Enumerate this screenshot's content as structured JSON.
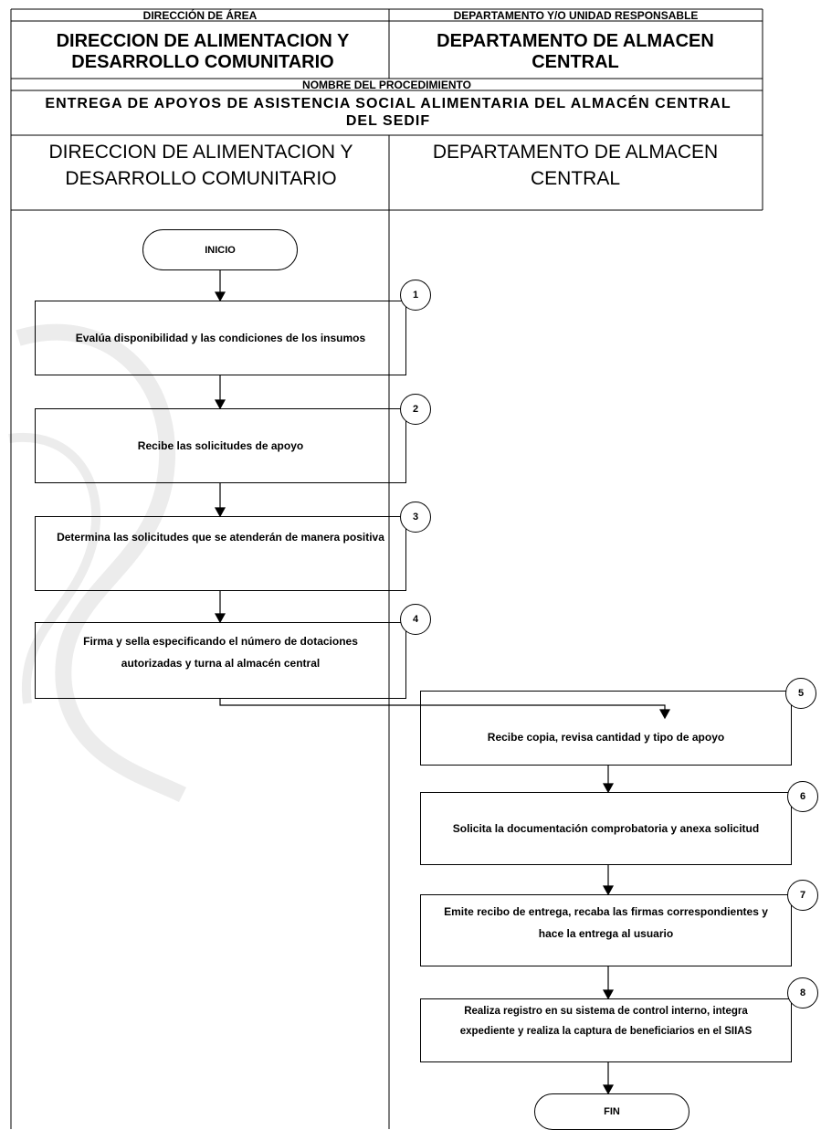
{
  "header": {
    "area_label": "DIRECCIÓN DE ÁREA",
    "area_value": "DIRECCION DE ALIMENTACION Y DESARROLLO COMUNITARIO",
    "dept_label": "DEPARTAMENTO Y/O UNIDAD RESPONSABLE",
    "dept_value": "DEPARTAMENTO DE ALMACEN CENTRAL",
    "procedure_label": "NOMBRE DEL PROCEDIMIENTO",
    "procedure_value": "ENTREGA DE APOYOS DE ASISTENCIA SOCIAL ALIMENTARIA DEL ALMACÉN CENTRAL DEL SEDIF"
  },
  "lanes": {
    "left": "DIRECCION DE ALIMENTACION Y DESARROLLO COMUNITARIO",
    "right": "DEPARTAMENTO DE ALMACEN CENTRAL"
  },
  "terminals": {
    "start": "INICIO",
    "end": "FIN"
  },
  "steps": [
    {
      "num": "1",
      "text": "Evalúa disponibilidad y las condiciones de los insumos"
    },
    {
      "num": "2",
      "text": "Recibe las solicitudes de apoyo"
    },
    {
      "num": "3",
      "text": "Determina las solicitudes que se atenderán de manera positiva"
    },
    {
      "num": "4",
      "text": "Firma y sella especificando el número de dotaciones autorizadas y turna al almacén central"
    },
    {
      "num": "5",
      "text": "Recibe copia, revisa cantidad y tipo de apoyo"
    },
    {
      "num": "6",
      "text": "Solicita la documentación comprobatoria y anexa solicitud"
    },
    {
      "num": "7",
      "text": "Emite recibo de entrega, recaba las firmas correspondientes y hace la entrega al usuario"
    },
    {
      "num": "8",
      "text": "Realiza registro en su sistema de control interno, integra expediente y realiza la captura de beneficiarios en el SIIAS"
    }
  ]
}
